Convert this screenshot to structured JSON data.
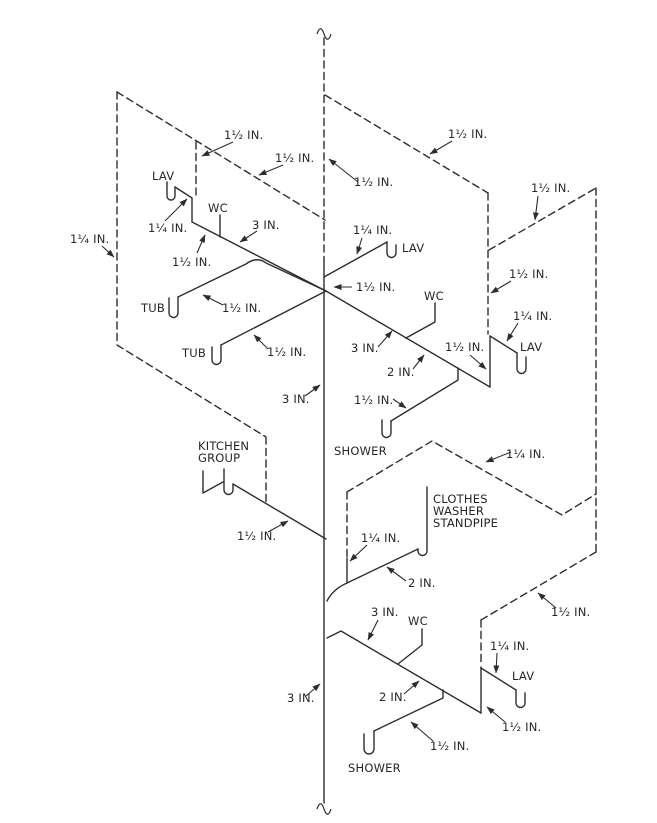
{
  "meta": {
    "description": "Isometric drain-waste-vent (DWV) plumbing riser diagram with branch and vent pipe sizes",
    "line_color": "#2d2d2d",
    "background": "#ffffff",
    "drain_line_style": "solid",
    "vent_line_style": "dashed"
  },
  "fixtures": [
    {
      "id": "lav-upper-left",
      "label": "LAV"
    },
    {
      "id": "wc-upper-left",
      "label": "WC"
    },
    {
      "id": "tub-1",
      "label": "TUB"
    },
    {
      "id": "tub-2",
      "label": "TUB"
    },
    {
      "id": "lav-upper-center",
      "label": "LAV"
    },
    {
      "id": "wc-upper-right",
      "label": "WC"
    },
    {
      "id": "lav-right",
      "label": "LAV"
    },
    {
      "id": "shower-upper",
      "label": "SHOWER"
    },
    {
      "id": "kitchen-group-1",
      "label": "KITCHEN"
    },
    {
      "id": "kitchen-group-2",
      "label": "GROUP"
    },
    {
      "id": "clothes-washer-1",
      "label": "CLOTHES"
    },
    {
      "id": "clothes-washer-2",
      "label": "WASHER"
    },
    {
      "id": "clothes-washer-3",
      "label": "STANDPIPE"
    },
    {
      "id": "wc-bottom",
      "label": "WC"
    },
    {
      "id": "lav-bottom",
      "label": "LAV"
    },
    {
      "id": "shower-bottom",
      "label": "SHOWER"
    }
  ],
  "callouts": [
    {
      "id": "vent-lav-left-riser",
      "text": "1¹⁄₂ IN."
    },
    {
      "id": "vent-left-diagonal",
      "text": "1¹⁄₂ IN."
    },
    {
      "id": "vent-stack-top",
      "text": "1¹⁄₂ IN."
    },
    {
      "id": "vent-right-diagonal",
      "text": "1¹⁄₂ IN."
    },
    {
      "id": "vent-left-vertical",
      "text": "1¹⁄₄ IN."
    },
    {
      "id": "lav-upper-left-arm",
      "text": "1¹⁄₄ IN."
    },
    {
      "id": "branch-upper-left-fixture",
      "text": "1¹⁄₂ IN."
    },
    {
      "id": "branch-upper-left-main",
      "text": "3 IN."
    },
    {
      "id": "tub1-drain",
      "text": "1¹⁄₂ IN."
    },
    {
      "id": "tub2-drain",
      "text": "1¹⁄₂ IN."
    },
    {
      "id": "stack-vent-connection",
      "text": "1¹⁄₂ IN."
    },
    {
      "id": "lav-upper-center-arm",
      "text": "1¹⁄₄ IN."
    },
    {
      "id": "vent-right-upper-diagonal",
      "text": "1¹⁄₂ IN."
    },
    {
      "id": "vent-right-riser",
      "text": "1¹⁄₂ IN."
    },
    {
      "id": "lav-right-arm",
      "text": "1¹⁄₄ IN."
    },
    {
      "id": "lav-right-riser",
      "text": "1¹⁄₂ IN."
    },
    {
      "id": "branch-upper-right-3in",
      "text": "3 IN."
    },
    {
      "id": "branch-upper-right-2in",
      "text": "2 IN."
    },
    {
      "id": "shower-upper-arm",
      "text": "1¹⁄₂ IN."
    },
    {
      "id": "stack-upper-3in",
      "text": "3 IN."
    },
    {
      "id": "cw-vent-diagonal",
      "text": "1¹⁄₄ IN."
    },
    {
      "id": "cw-vent-riser",
      "text": "1¹⁄₄ IN."
    },
    {
      "id": "cw-drain",
      "text": "2 IN."
    },
    {
      "id": "kitchen-drain",
      "text": "1¹⁄₂ IN."
    },
    {
      "id": "branch-bottom-3in",
      "text": "3 IN."
    },
    {
      "id": "branch-bottom-2in",
      "text": "2 IN."
    },
    {
      "id": "stack-lower-3in",
      "text": "3 IN."
    },
    {
      "id": "shower-bottom-arm",
      "text": "1¹⁄₂ IN."
    },
    {
      "id": "lav-bottom-riser",
      "text": "1¹⁄₂ IN."
    },
    {
      "id": "lav-bottom-arm",
      "text": "1¹⁄₄ IN."
    },
    {
      "id": "vent-bottom-diagonal",
      "text": "1¹⁄₂ IN."
    }
  ]
}
